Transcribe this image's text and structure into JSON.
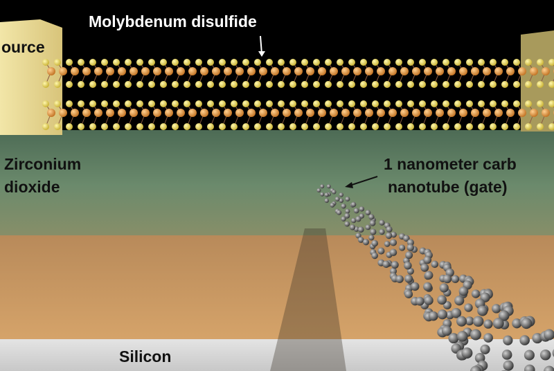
{
  "labels": {
    "source": "ource",
    "mos2": "Molybdenum disulfide",
    "zro2_line1": "Zirconium",
    "zro2_line2": "dioxide",
    "cnt_line1": "1 nanometer carb",
    "cnt_line2": "nanotube (gate)",
    "silicon": "Silicon"
  },
  "colors": {
    "background": "#000000",
    "zirconium_layer": "#5f7f66",
    "substrate_orange": "#c9955e",
    "silicon": "#d8d8d8",
    "electrode": "#e6d592",
    "mo_atom": "#e8a040",
    "s_atom": "#f0e070",
    "carbon_atom": "#6a6a6a"
  }
}
